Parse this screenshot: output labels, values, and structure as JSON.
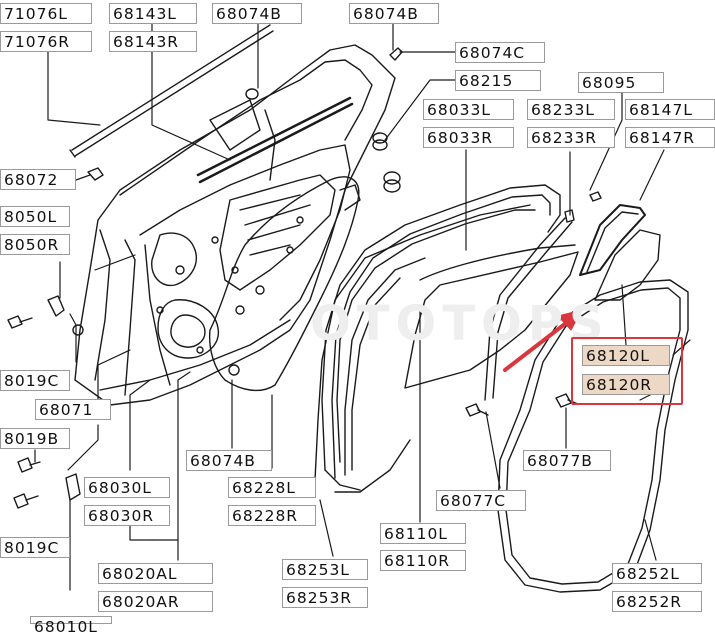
{
  "labels": {
    "l71076L": "71076L",
    "l71076R": "71076R",
    "l68143L": "68143L",
    "l68143R": "68143R",
    "l68074B_top": "68074B",
    "l68074B_topright": "68074B",
    "l68074C": "68074C",
    "l68215": "68215",
    "l68095": "68095",
    "l68033L": "68033L",
    "l68033R": "68033R",
    "l68233L": "68233L",
    "l68233R": "68233R",
    "l68147L": "68147L",
    "l68147R": "68147R",
    "l68072": "68072",
    "l68050L": "8050L",
    "l68050R": "8050R",
    "l68019C_1": "8019C",
    "l68071": "68071",
    "l68019B": "8019B",
    "l68019C_2": "8019C",
    "l68120L": "68120L",
    "l68120R": "68120R",
    "l68077B": "68077B",
    "l68074B_bottom": "68074B",
    "l68228L": "68228L",
    "l68228R": "68228R",
    "l68030L": "68030L",
    "l68030R": "68030R",
    "l68077C": "68077C",
    "l68110L": "68110L",
    "l68110R": "68110R",
    "l68020AL": "68020AL",
    "l68020AR": "68020AR",
    "l68253L": "68253L",
    "l68253R": "68253R",
    "l68252L": "68252L",
    "l68252R": "68252R",
    "l68010_cut": "68010L"
  },
  "colors": {
    "line": "#1a1a1a",
    "highlight": "#d9363e",
    "highlight_fill": "#ecd8c4"
  },
  "icons": [
    "bolt-icon",
    "clip-icon",
    "grommet-icon",
    "arrow-icon"
  ]
}
